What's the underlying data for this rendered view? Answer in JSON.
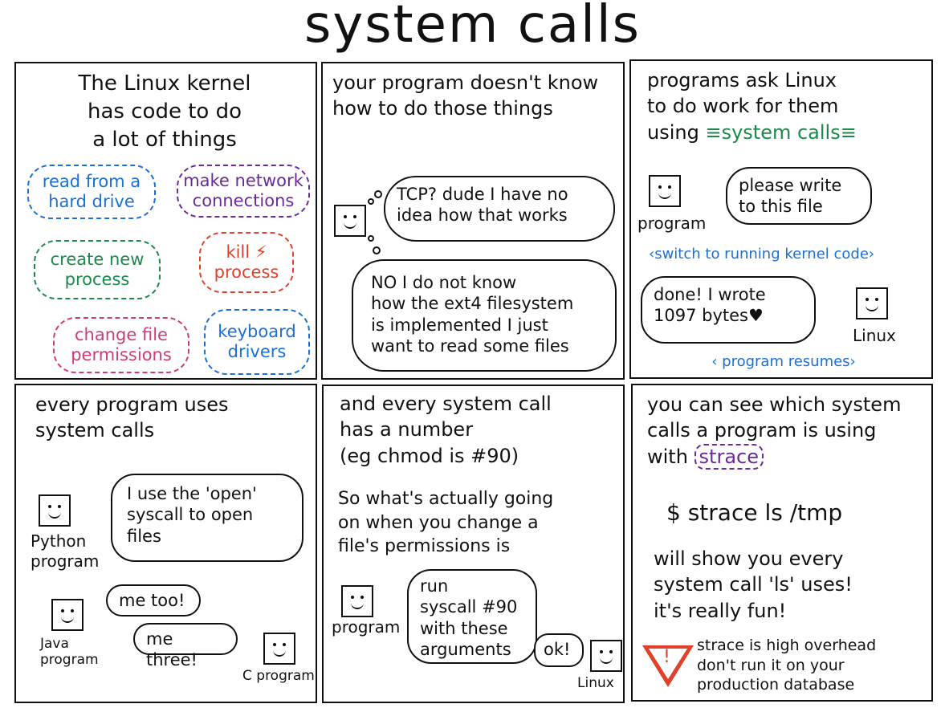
{
  "title": "system calls",
  "colors": {
    "blue": "#1b6fd6",
    "green": "#1a8a4a",
    "purple": "#6a2a9a",
    "red": "#e2402a",
    "pink": "#d03a7a"
  },
  "p1": {
    "heading": "The Linux kernel\nhas code to do\na lot of things",
    "clouds": {
      "read": "read from a\nhard drive",
      "network": "make network\nconnections",
      "create": "create new\nprocess",
      "kill": "kill ⚡\nprocess",
      "perms": "change file\npermissions",
      "keyboard": "keyboard\ndrivers"
    }
  },
  "p2": {
    "heading": "your program doesn't know\nhow to do those things",
    "thought1": "TCP? dude I have no\nidea how that works",
    "thought2": "NO I do not know\nhow the ext4 filesystem\nis implemented I just\nwant to read some files"
  },
  "p3": {
    "heading_pre": "programs ask Linux\nto do work for them\nusing ",
    "heading_hl": "≡system calls≡",
    "bubble1": "please write\nto this file",
    "label_program": "program",
    "switch": "‹switch to running kernel code›",
    "bubble2": "done! I wrote\n1097 bytes♥",
    "label_linux": "Linux",
    "resumes": "‹ program resumes›"
  },
  "p4": {
    "heading": "every program uses\nsystem calls",
    "bubble_py": "I use the 'open'\nsyscall to open\nfiles",
    "label_py": "Python\nprogram",
    "bubble_java": "me too!",
    "label_java": "Java\nprogram",
    "bubble_c": "me three!",
    "label_c": "C program"
  },
  "p5": {
    "heading": "and every system call\nhas a number\n(eg chmod is #90)",
    "body": "So what's actually going\non when you change a\nfile's permissions is",
    "bubble": "run\nsyscall #90\nwith these\narguments",
    "label_program": "program",
    "ok": "ok!",
    "label_linux": "Linux"
  },
  "p6": {
    "heading_pre": "you can see which system\ncalls a program is using\nwith ",
    "heading_hl": "strace",
    "command": "$ strace ls /tmp",
    "body": "will show you every\nsystem call 'ls' uses!\nit's really fun!",
    "warning": "strace is high overhead\ndon't run it on your\nproduction database",
    "warn_mark": "!"
  }
}
